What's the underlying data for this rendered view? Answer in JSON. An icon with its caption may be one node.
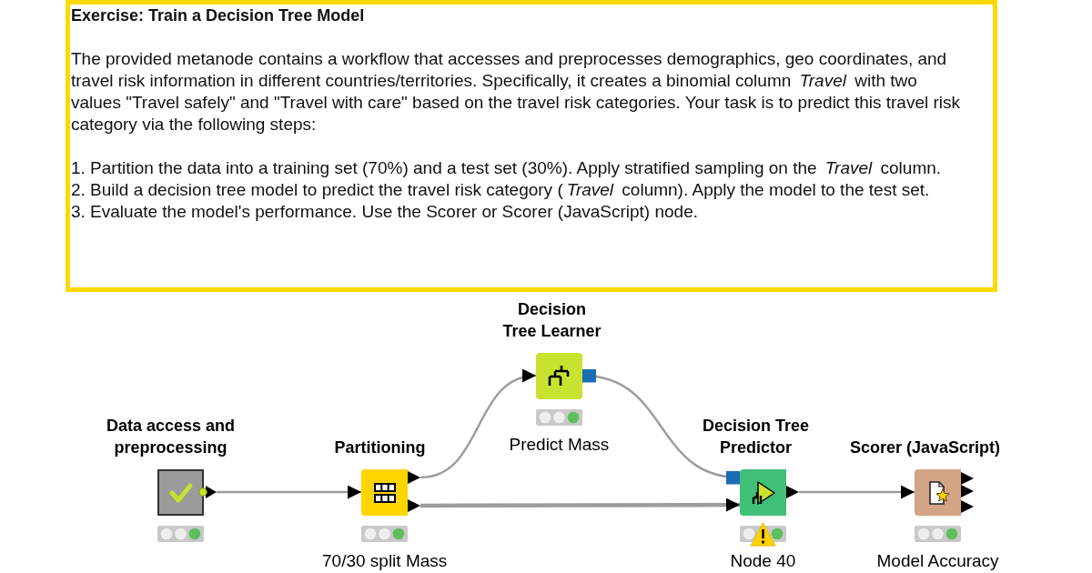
{
  "diagram": {
    "nodes": [
      {
        "text": [
          "Exercise: Train a Decision Tree Model",
          "The provided metanode contains a workflow that accesses and preprocesses demographics, geo coordinates, and travel risk information in different countries/territories. Specifically, it creates a binomial column *Travel* with two values \"Travel safely\" and \"Travel with care\" based on the travel risk categories. Your task is to predict this travel risk category via the following steps:",
          "1. Partition the data into a training set (70%) and a test set (30%). Apply stratified sampling on the *Travel* column.",
          "2. Build a decision tree model to predict the travel risk category (*Travel* column). Apply the model to the test set.",
          "3. Evaluate the model's performance. Use the Scorer or Scorer (JavaScript) node."
        ]
      },
      {
        "text": [
          "Data access and preprocessing"
        ]
      },
      {
        "text": [
          "Partitioning"
        ],
        "beside": [
          "70/30 split Mass"
        ]
      },
      {
        "text": [
          "Decision Tree Learner"
        ],
        "beside": [
          "Predict Mass"
        ]
      },
      {
        "text": [
          "Decision Tree Predictor"
        ],
        "beside": [
          "Node 40"
        ]
      },
      {
        "text": [
          "Scorer (JavaScript)"
        ],
        "beside": [
          "Model Accuracy"
        ]
      }
    ],
    "edges": [
      {
        "from": 1,
        "to": 2,
        "arrow": "to"
      },
      {
        "from": 2,
        "to": 3,
        "arrow": "to"
      },
      {
        "from": 2,
        "to": 4,
        "arrow": "to",
        "style": "thick"
      },
      {
        "from": 3,
        "to": 4,
        "arrow": "other"
      },
      {
        "from": 4,
        "to": 5,
        "arrow": "to"
      }
    ]
  }
}
